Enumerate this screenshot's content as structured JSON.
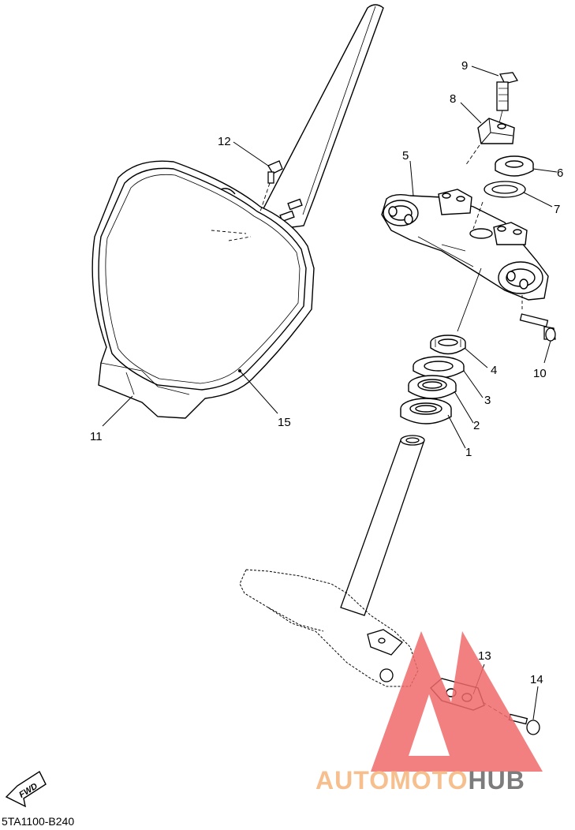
{
  "callouts": {
    "c1": "1",
    "c2": "2",
    "c3": "3",
    "c4": "4",
    "c5": "5",
    "c6": "6",
    "c7": "7",
    "c8": "8",
    "c9": "9",
    "c10": "10",
    "c11": "11",
    "c12": "12",
    "c13": "13",
    "c14": "14",
    "c15": "15"
  },
  "direction_badge": "FWD",
  "drawing_code": "5TA1100-B240",
  "watermark": {
    "part1": "AUTOMOTO",
    "part2": "HUB",
    "color_main": "#f06a6a",
    "color_part1": "#f5b57a",
    "color_part2": "#666666"
  }
}
